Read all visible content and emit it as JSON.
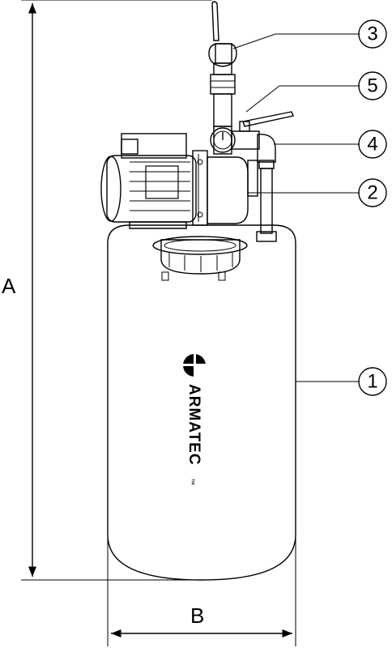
{
  "dimensions": {
    "height_label": "A",
    "width_label": "B"
  },
  "callouts": [
    {
      "number": "1",
      "part": "tank"
    },
    {
      "number": "2",
      "part": "pump"
    },
    {
      "number": "3",
      "part": "ball-valve"
    },
    {
      "number": "4",
      "part": "suction-pipe"
    },
    {
      "number": "5",
      "part": "pressure-gauge-valve"
    }
  ],
  "brand": {
    "name": "ARMATEC",
    "trademark": "™"
  }
}
